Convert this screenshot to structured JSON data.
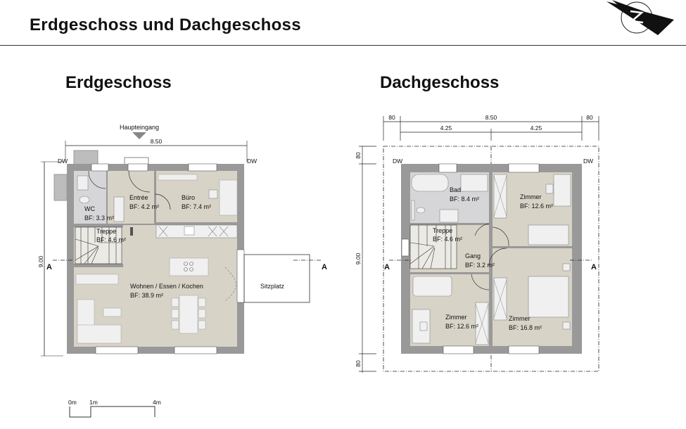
{
  "header": {
    "title": "Erdgeschoss und Dachgeschoss",
    "logo": "north-arrow-compass"
  },
  "erdgeschoss": {
    "title": "Erdgeschoss",
    "entrance_label": "Haupteingang",
    "width_dim": "8.50",
    "height_dim": "9.00",
    "dw_label": "DW",
    "section_marker": "A",
    "terrace_label": "Sitzplatz",
    "rooms": [
      {
        "name": "WC",
        "area": "BF: 3.3 m²"
      },
      {
        "name": "Entrée",
        "area": "BF: 4.2 m²"
      },
      {
        "name": "Büro",
        "area": "BF: 7.4 m²"
      },
      {
        "name": "Treppe",
        "area": "BF: 4.6 m²"
      },
      {
        "name": "Wohnen / Essen / Kochen",
        "area": "BF: 38.9 m²"
      }
    ]
  },
  "dachgeschoss": {
    "title": "Dachgeschoss",
    "dims_top": [
      "80",
      "8.50",
      "80"
    ],
    "dims_half": [
      "4.25",
      "4.25"
    ],
    "dims_left": [
      "80",
      "9.00",
      "80"
    ],
    "dw_label": "DW",
    "section_marker": "A",
    "rooms": [
      {
        "name": "Bad",
        "area": "BF: 8.4 m²"
      },
      {
        "name": "Zimmer",
        "area": "BF: 12.6 m²"
      },
      {
        "name": "Treppe",
        "area": "BF: 4.6 m²"
      },
      {
        "name": "Gang",
        "area": "BF: 3.2 m²"
      },
      {
        "name": "Zimmer",
        "area": "BF: 12.6 m²"
      },
      {
        "name": "Zimmer",
        "area": "BF: 16.8 m²"
      }
    ]
  },
  "scale_bar": {
    "labels": [
      "0m",
      "1m",
      "4m"
    ]
  },
  "colors": {
    "wall": "#999999",
    "room": "#d8d3c7",
    "wet_room": "#d6d6d9",
    "furniture": "#f0f0f0"
  }
}
